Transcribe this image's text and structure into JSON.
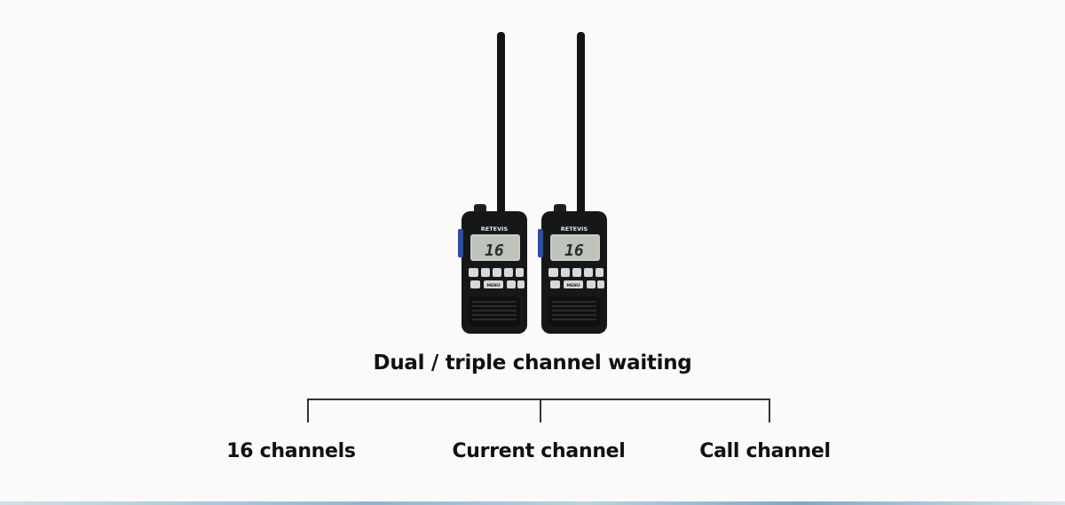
{
  "product": {
    "brand_text": "RETEVIS",
    "display_channel": "16",
    "menu_key_label": "MENU",
    "radio_count": 2,
    "colors": {
      "body": "#161718",
      "screen": "#c8ccc4",
      "side_button": "#2a4fa8"
    }
  },
  "diagram": {
    "heading": "Dual / triple channel waiting",
    "branches": [
      {
        "label": "16 channels"
      },
      {
        "label": "Current channel"
      },
      {
        "label": "Call channel"
      }
    ],
    "line_color": "#333333"
  },
  "footer_strip": {
    "color": "#8fb6cc"
  }
}
